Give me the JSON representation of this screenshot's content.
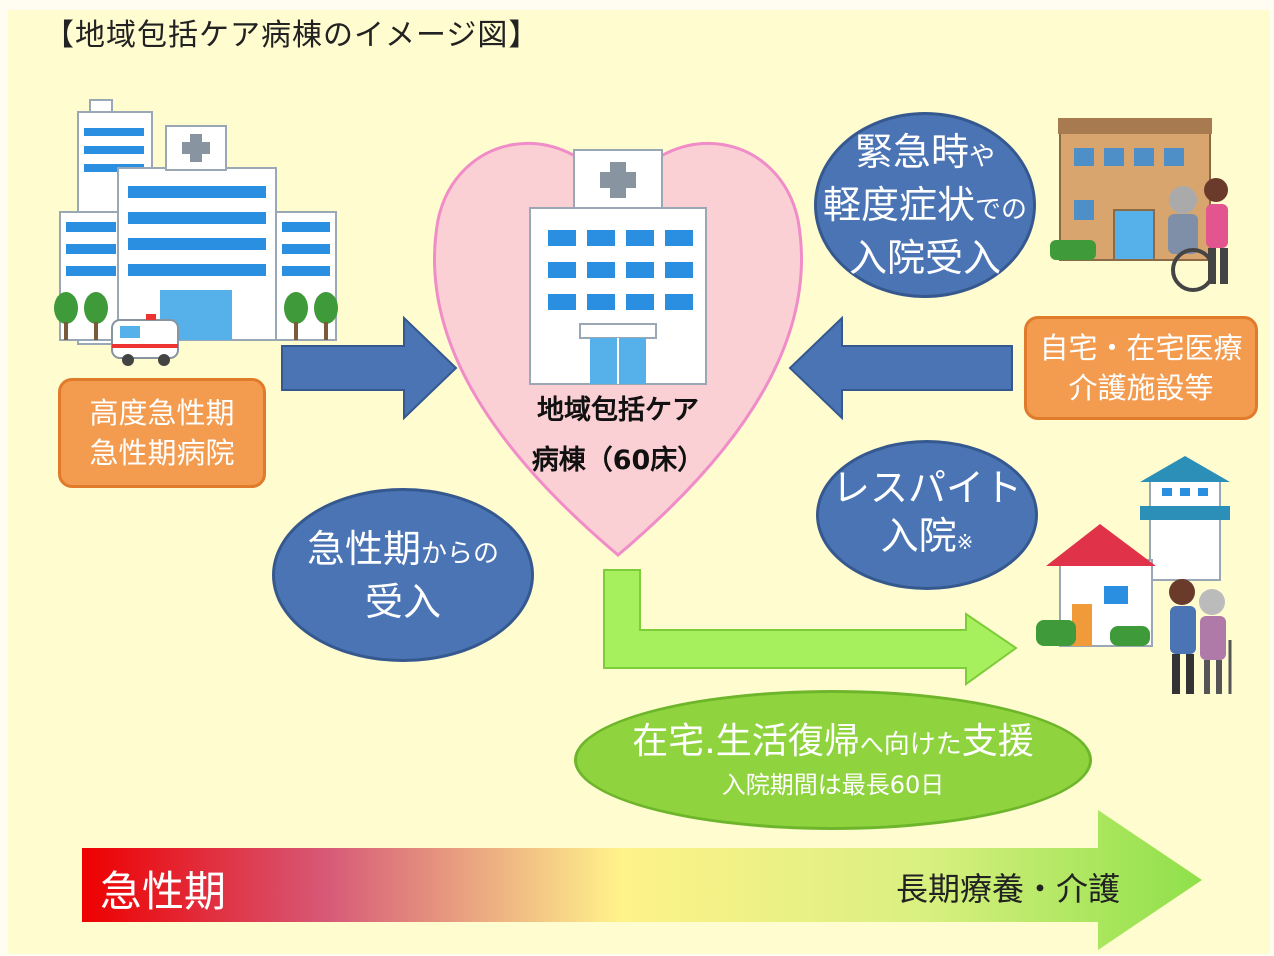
{
  "title": "【地域包括ケア病棟のイメージ図】",
  "left_box": {
    "line1": "高度急性期",
    "line2": "急性期病院"
  },
  "right_box": {
    "line1": "自宅・在宅医療",
    "line2": "介護施設等"
  },
  "ward": {
    "line1": "地域包括ケア",
    "line2": "病棟（60床）"
  },
  "acute_ellipse": {
    "big1": "急性期",
    "small1": "からの",
    "line2": "受入"
  },
  "emergency_ellipse": {
    "line1a": "緊急時",
    "line1b": "や",
    "line2a": "軽度症状",
    "line2b": "での",
    "line3": "入院受入"
  },
  "respite_ellipse": {
    "line1": "レスパイト",
    "line2a": "入院",
    "line2b": "※"
  },
  "support_ellipse": {
    "l1a": "在宅.生活復帰",
    "l1b": "へ",
    "l1c": "向けた",
    "l1d": "支援",
    "line2": "入院期間は最長60日"
  },
  "bottom_bar": {
    "left": "急性期",
    "right": "長期療養・介護"
  },
  "colors": {
    "background": "#fffcd0",
    "blue": "#4a74b4",
    "orange": "#f39b4f",
    "green": "#8fd43f",
    "heart": "#fbd0d4",
    "heart_border": "#f08cc8"
  }
}
